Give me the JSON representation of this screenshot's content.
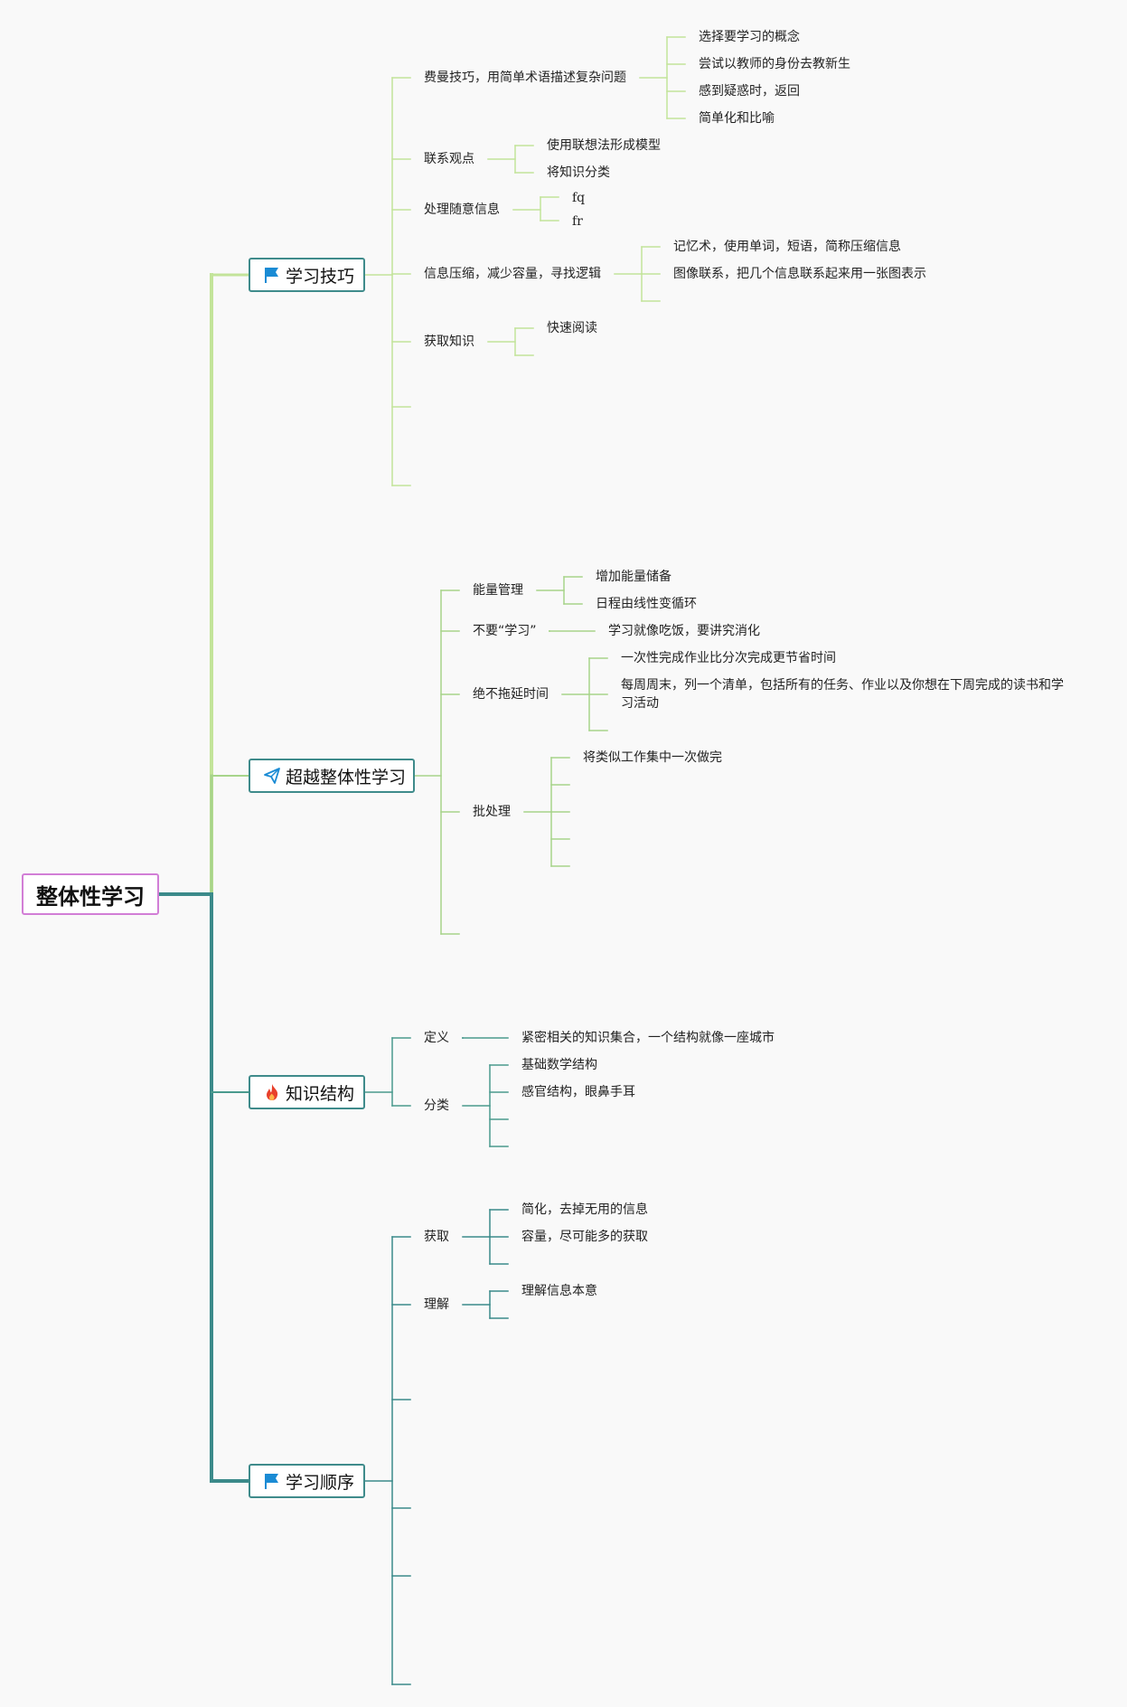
{
  "root": {
    "label": "整体性学习"
  },
  "colors": {
    "root_border": "#d27ed6",
    "main_border": "#3f8b8b",
    "branch_1": "#c3e49a",
    "branch_2": "#a7d48a",
    "branch_3": "#4a9a8e",
    "branch_4": "#3b8a8a",
    "flag_icon": "#1a8bd4",
    "paperplane_icon": "#1a8bd4",
    "fire_icon": "#e8402b"
  },
  "branches": [
    {
      "label": "学习技巧",
      "icon": "flag-icon",
      "children": [
        {
          "label": "费曼技巧，用简单术语描述复杂问题",
          "children": [
            "选择要学习的概念",
            "尝试以教师的身份去教新生",
            "感到疑惑时，返回",
            "简单化和比喻"
          ]
        },
        {
          "label": "联系观点",
          "children": [
            "使用联想法形成模型",
            "将知识分类"
          ]
        },
        {
          "label": "处理随意信息",
          "children": [
            "fq",
            "fr"
          ]
        },
        {
          "label": "信息压缩，减少容量，寻找逻辑",
          "children": [
            "记忆术，使用单词，短语，简称压缩信息",
            "图像联系，把几个信息联系起来用一张图表示",
            ""
          ]
        },
        {
          "label": "获取知识",
          "children": [
            "快速阅读",
            ""
          ]
        },
        {
          "label": "",
          "children": []
        },
        {
          "label": "",
          "children": []
        }
      ]
    },
    {
      "label": "超越整体性学习",
      "icon": "paper-plane-icon",
      "children": [
        {
          "label": "能量管理",
          "children": [
            "增加能量储备",
            "日程由线性变循环"
          ]
        },
        {
          "label": "不要“学习”",
          "children": [
            "学习就像吃饭，要讲究消化"
          ]
        },
        {
          "label": "绝不拖延时间",
          "children": [
            "一次性完成作业比分次完成更节省时间",
            "每周周末，列一个清单，包括所有的任务、作业以及你想在下周完成的读书和学习活动",
            ""
          ]
        },
        {
          "label": "批处理",
          "children": [
            "将类似工作集中一次做完",
            "",
            "",
            "",
            ""
          ]
        },
        {
          "label": "",
          "children": []
        }
      ]
    },
    {
      "label": "知识结构",
      "icon": "fire-icon",
      "children": [
        {
          "label": "定义",
          "children": [
            "紧密相关的知识集合，一个结构就像一座城市"
          ]
        },
        {
          "label": "分类",
          "children": [
            "基础数学结构",
            "感官结构，眼鼻手耳",
            "",
            ""
          ]
        }
      ]
    },
    {
      "label": "学习顺序",
      "icon": "flag-icon",
      "children": [
        {
          "label": "获取",
          "children": [
            "简化，去掉无用的信息",
            "容量，尽可能多的获取",
            ""
          ]
        },
        {
          "label": "理解",
          "children": [
            "理解信息本意",
            ""
          ]
        },
        {
          "label": "",
          "children": []
        },
        {
          "label": "",
          "children": []
        },
        {
          "label": "",
          "children": []
        },
        {
          "label": "",
          "children": []
        }
      ]
    }
  ]
}
